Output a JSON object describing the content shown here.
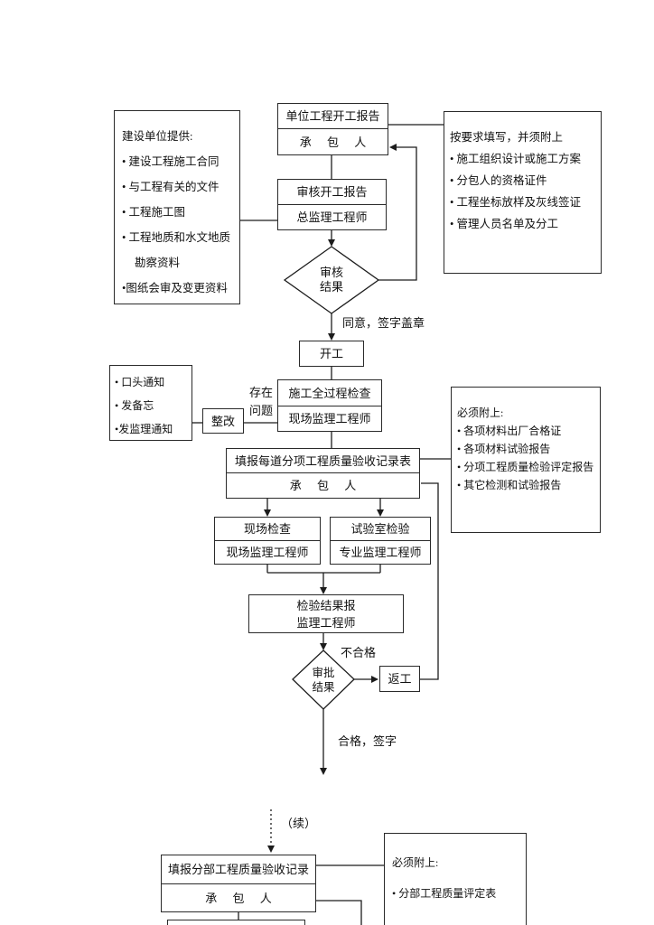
{
  "diagram": {
    "colors": {
      "background": "#ffffff",
      "line": "#1c1c1c",
      "text": "#111111"
    },
    "nodes": {
      "start_report": {
        "title": "单位工程开工报告",
        "actor": "承 包 人"
      },
      "review_report": {
        "title": "审核开工报告",
        "actor": "总监理工程师"
      },
      "owner_provide": {
        "title": "建设单位提供:",
        "items": [
          "• 建设工程施工合同",
          "• 与工程有关的文件",
          "• 工程施工图",
          "• 工程地质和水文地质勘察资料",
          "•图纸会审及变更资料"
        ]
      },
      "fill_requirements": {
        "title": "按要求填写，并须附上",
        "items": [
          "• 施工组织设计或施工方案",
          "• 分包人的资格证件",
          "• 工程坐标放样及灰线签证",
          "• 管理人员名单及分工"
        ]
      },
      "review_result": {
        "line1": "审核",
        "line2": "结果"
      },
      "start_work": {
        "label": "开工"
      },
      "notice": {
        "items": [
          "• 口头通知",
          "• 发备忘",
          "•发监理通知"
        ]
      },
      "rectify": {
        "label": "整改"
      },
      "process_check": {
        "title": "施工全过程检查",
        "actor": "现场监理工程师"
      },
      "fill_record": {
        "title": "填报每道分项工程质量验收记录表",
        "actor": "承 包 人"
      },
      "must_attach_1": {
        "title": "必须附上:",
        "items": [
          "• 各项材料出厂合格证",
          "• 各项材料试验报告",
          "• 分项工程质量检验评定报告",
          "• 其它检测和试验报告"
        ]
      },
      "site_check": {
        "title": "现场检查",
        "actor": "现场监理工程师"
      },
      "lab_test": {
        "title": "试验室检验",
        "actor": "专业监理工程师"
      },
      "result_report": {
        "line1": "检验结果报",
        "line2": "监理工程师"
      },
      "approval_result": {
        "line1": "审批",
        "line2": "结果"
      },
      "rework": {
        "label": "返工"
      },
      "fill_division_record": {
        "title": "填报分部工程质量验收记录",
        "actor": "承 包 人"
      },
      "must_attach_2": {
        "title": "必须附上:",
        "items": [
          "• 分部工程质量评定表"
        ]
      }
    },
    "edge_labels": {
      "approve": "同意，签字盖章",
      "problem_line1": "存在",
      "problem_line2": "问题",
      "fail": "不合格",
      "pass": "合格，签字",
      "continued": "（续）"
    }
  }
}
